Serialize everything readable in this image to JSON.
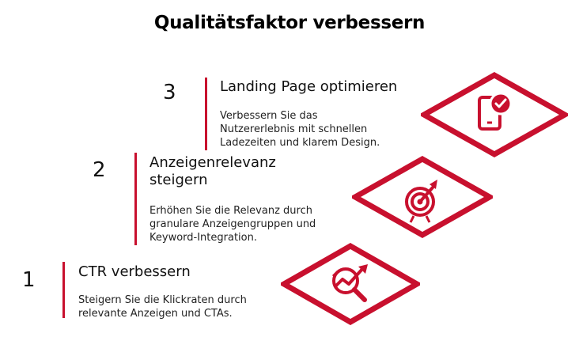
{
  "title": "Qualitätsfaktor verbessern",
  "accent_color": "#c8102e",
  "steps": [
    {
      "number": "3",
      "heading": "Landing Page optimieren",
      "description": "Verbessern Sie das\nNutzererlebnis mit schnellen\nLadezeiten und klarem Design.",
      "icon": "mobile-check-icon"
    },
    {
      "number": "2",
      "heading": "Anzeigenrelevanz\nsteigern",
      "description": "Erhöhen Sie die Relevanz durch\ngranulare Anzeigengruppen und\nKeyword-Integration.",
      "icon": "target-arrow-icon"
    },
    {
      "number": "1",
      "heading": "CTR verbessern",
      "description": "Steigern Sie die Klickraten durch\nrelevante Anzeigen und CTAs.",
      "icon": "chart-magnifier-icon"
    }
  ]
}
